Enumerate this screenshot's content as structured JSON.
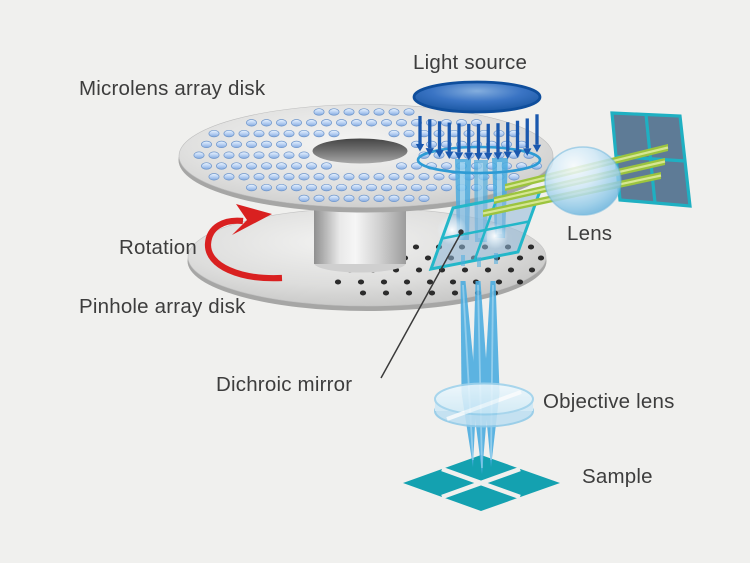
{
  "labels": {
    "light_source": "Light source",
    "microlens_array_disk": "Microlens array disk",
    "rotation": "Rotation",
    "pinhole_array_disk": "Pinhole array disk",
    "dichroic_mirror": "Dichroic mirror",
    "lens": "Lens",
    "objective_lens": "Objective lens",
    "sample": "Sample"
  },
  "colors": {
    "background": "#f0f0ee",
    "label_text": "#3d3d3d",
    "light_source_blue": "#1a58ae",
    "beam_blue": "#4cade0",
    "green_beam": "#9cc43e",
    "teal_accent": "#1fb0c2",
    "mirror_border": "#23b7c9",
    "sample_teal": "#14a1b0",
    "camera_fill": "#5e7b96",
    "rotation_red": "#d92020",
    "disk_silver": "#d9d9d8",
    "microlens_blue": "#a9c7ee",
    "pinhole_dot": "#2c2c2c"
  }
}
